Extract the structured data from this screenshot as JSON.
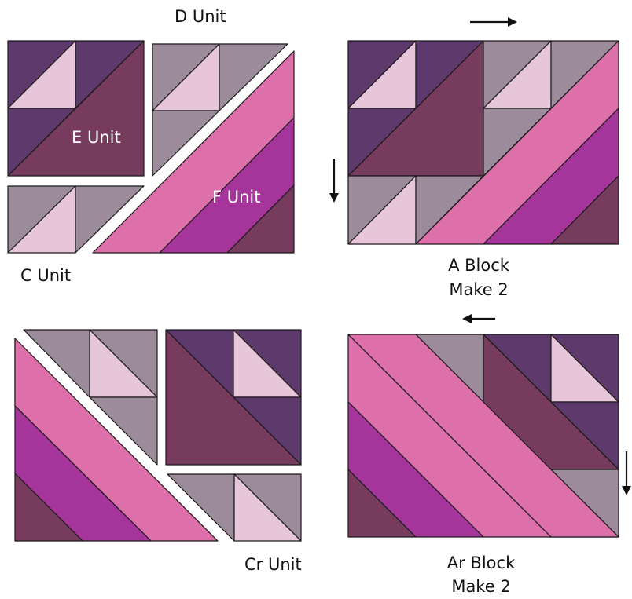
{
  "labels": {
    "d_unit": "D Unit",
    "e_unit": "E Unit",
    "f_unit": "F Unit",
    "c_unit": "C Unit",
    "cr_unit": "Cr Unit",
    "a_block_name": "A Block",
    "a_block_make": "Make 2",
    "ar_block_name": "Ar Block",
    "ar_block_make": "Make 2"
  },
  "colors": {
    "dark_plum": "#5d3a6b",
    "wine": "#773c5d",
    "gray_mauve": "#9c8b9b",
    "light_pink": "#e8c6da",
    "pink": "#dd6faa",
    "magenta": "#a5359a",
    "outline": "#1a1a1a"
  },
  "arrows": [
    "right",
    "down",
    "left",
    "down"
  ]
}
